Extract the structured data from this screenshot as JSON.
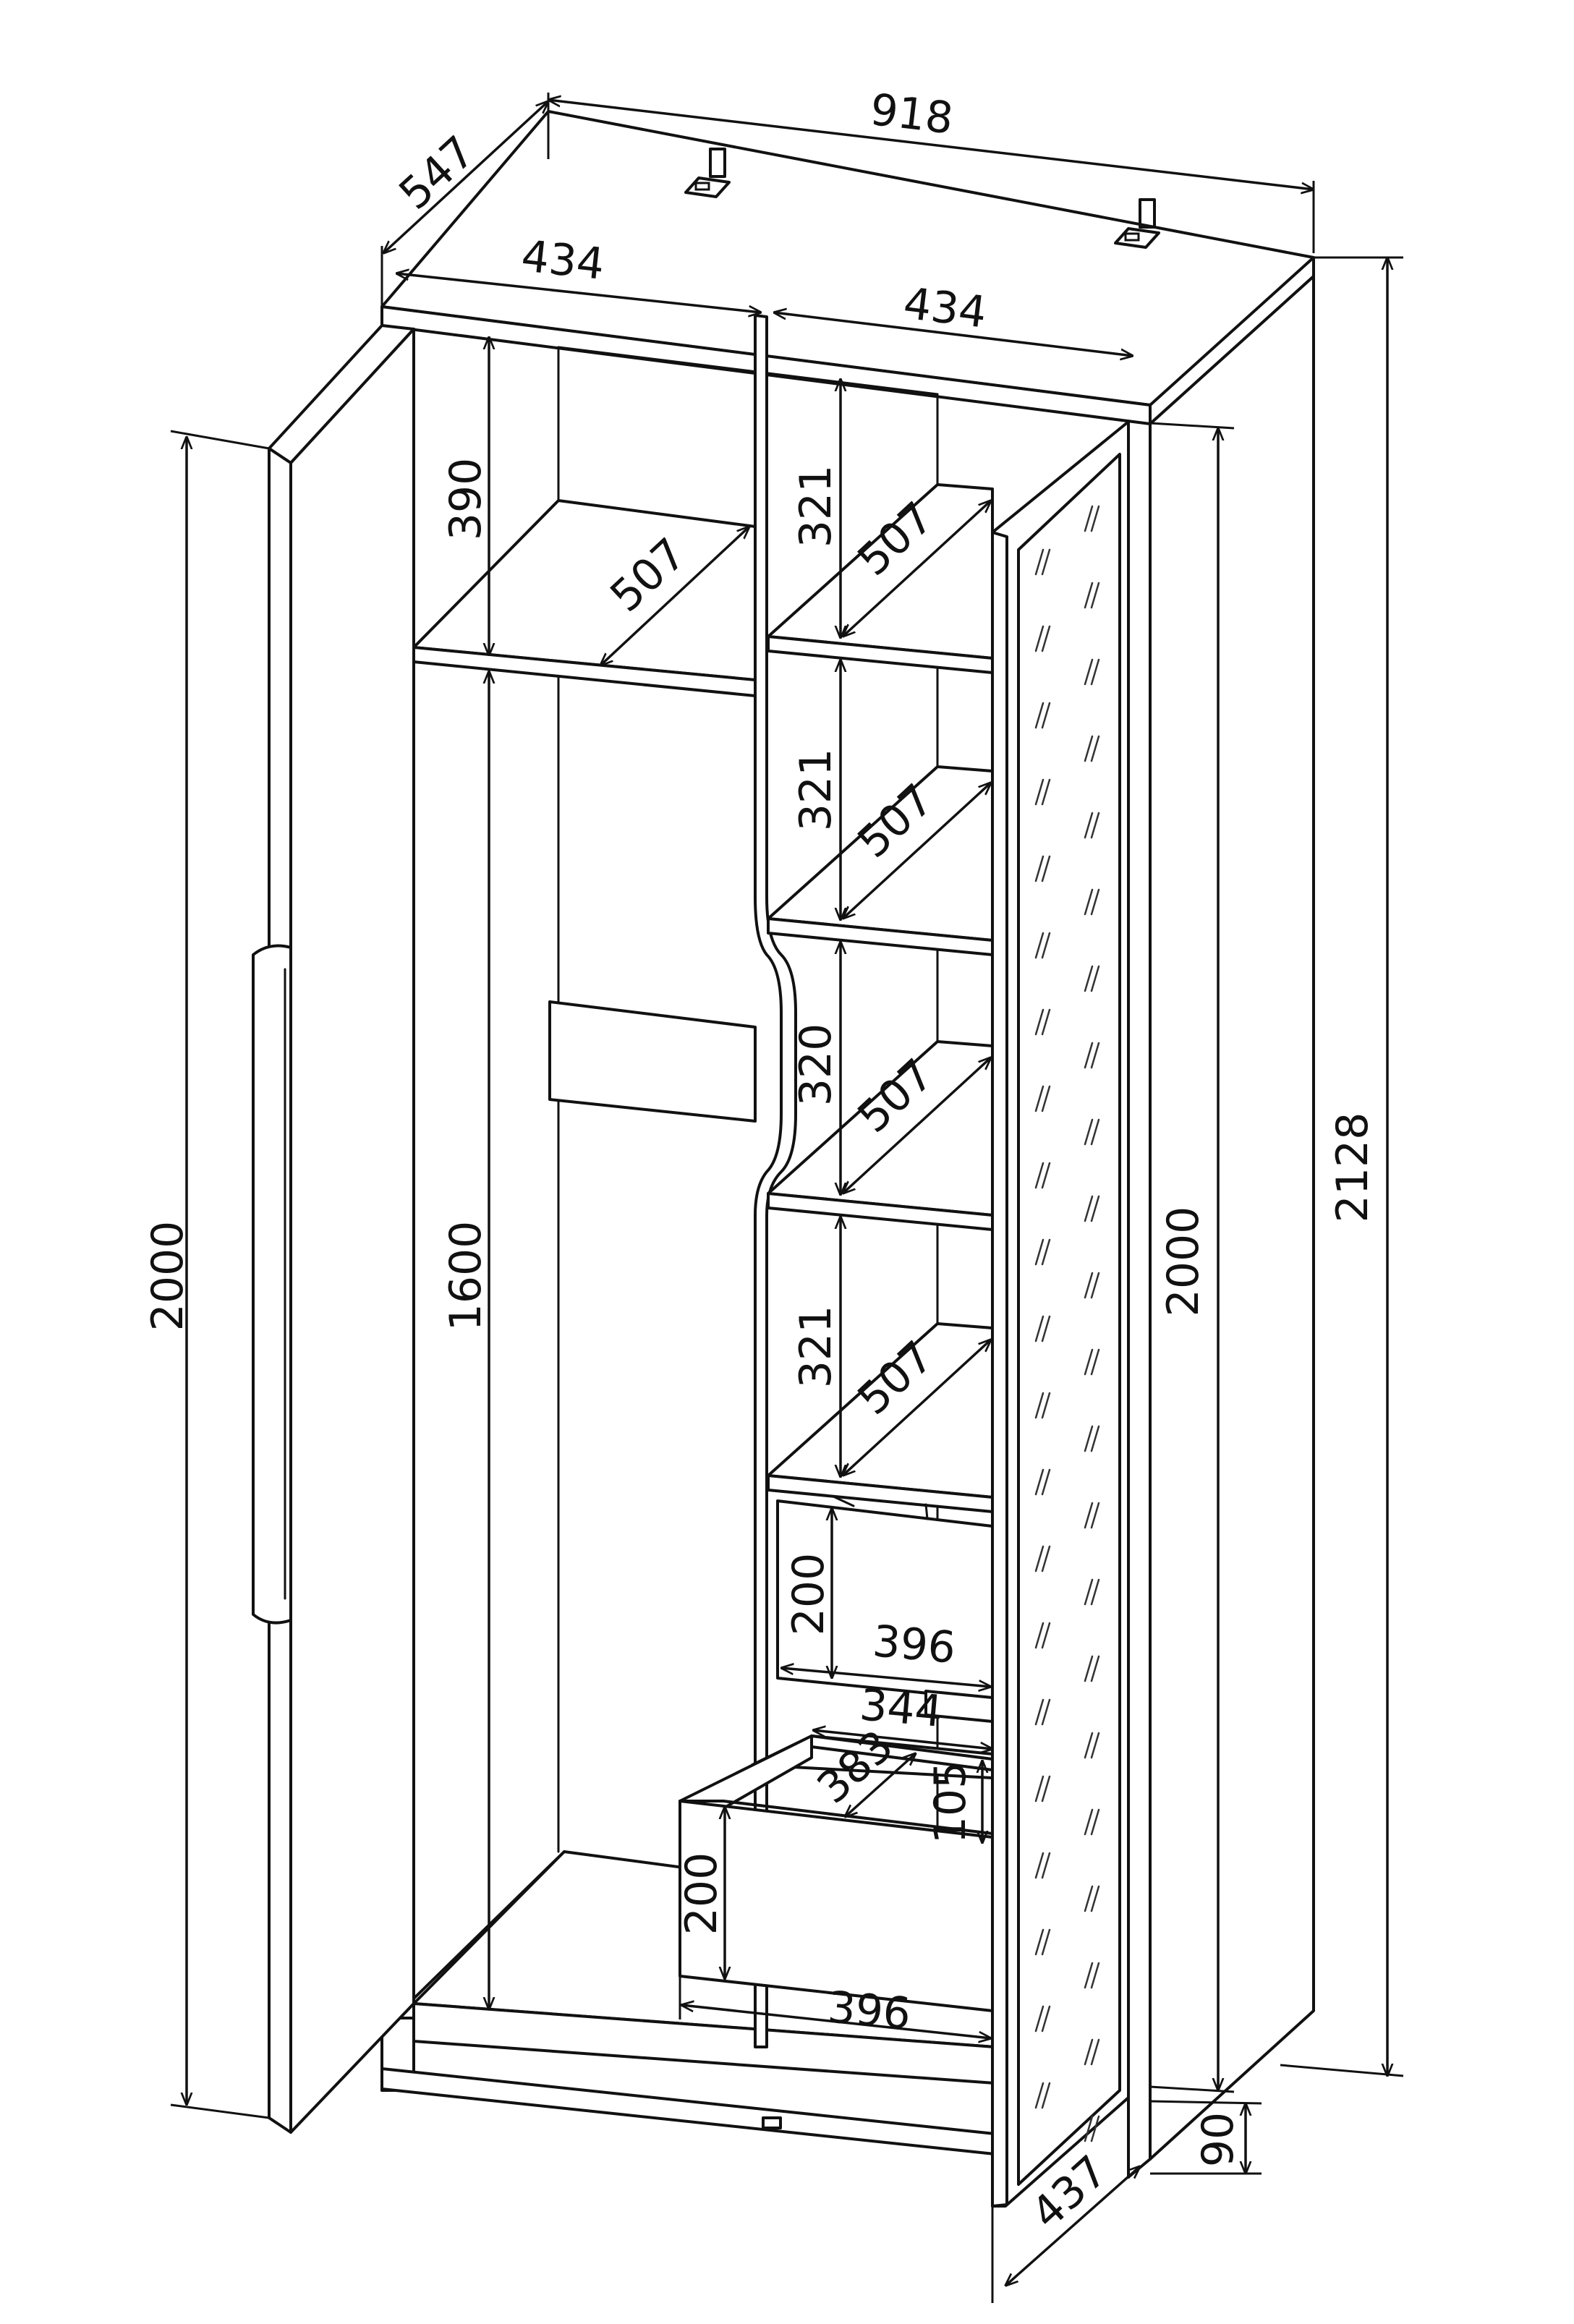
{
  "dimensions": {
    "total_width": "918",
    "depth": "547",
    "height_total": "2128",
    "left_door_height": "2000",
    "right_door_height": "2000",
    "left_inner_width": "434",
    "right_inner_width": "434",
    "left_top_compartment": "390",
    "hanging_height": "1600",
    "shelf_depth_1": "507",
    "shelf_depth_2": "507",
    "shelf_depth_3": "507",
    "shelf_depth_4": "507",
    "shelf_depth_5": "507",
    "shelf_gap_1": "321",
    "shelf_gap_2": "321",
    "shelf_gap_3": "320",
    "shelf_gap_4": "321",
    "drawer_upper_height": "200",
    "drawer_upper_width": "396",
    "drawer_inner_width": "344",
    "drawer_inner_depth": "383",
    "drawer_inner_height": "105",
    "drawer_lower_height": "200",
    "drawer_lower_width": "396",
    "plinth_height": "90",
    "door_depth": "437"
  }
}
